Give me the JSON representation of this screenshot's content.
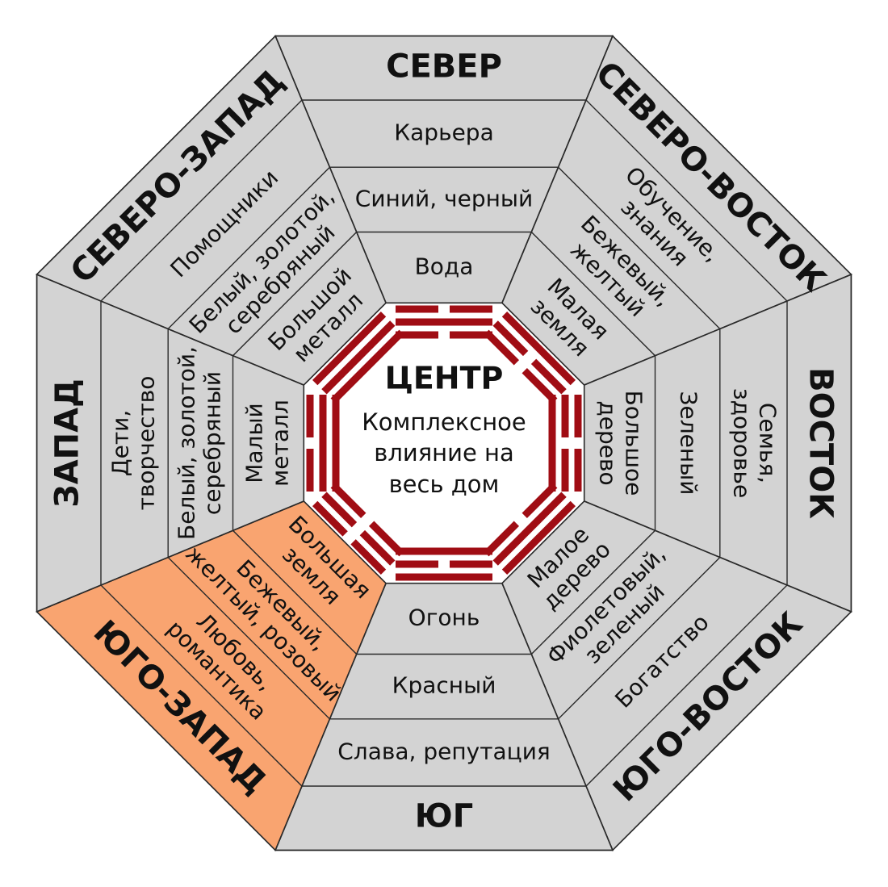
{
  "colors": {
    "segment_fill": "#d3d3d3",
    "highlight_fill": "#f9a470",
    "outline": "#2a2a2a",
    "center_fill": "#ffffff",
    "trigram_color": "#a00d14",
    "text": "#111111"
  },
  "center": {
    "title": "ЦЕНТР",
    "lines": [
      "Комплексное",
      "влияние на",
      "весь дом"
    ]
  },
  "sectors": [
    {
      "id": "north",
      "direction": "СЕВЕР",
      "highlighted": false,
      "aspect": [
        "Карьера"
      ],
      "colors_label": [
        "Синий, черный"
      ],
      "element": [
        "Вода"
      ],
      "trigram": [
        0,
        1,
        0
      ]
    },
    {
      "id": "northeast",
      "direction": "СЕВЕРО-ВОСТОК",
      "highlighted": false,
      "aspect": [
        "Обучение,",
        "знания"
      ],
      "colors_label": [
        "Бежевый,",
        "желтый"
      ],
      "element": [
        "Малая",
        "земля"
      ],
      "trigram": [
        1,
        0,
        0
      ]
    },
    {
      "id": "east",
      "direction": "ВОСТОК",
      "highlighted": false,
      "aspect": [
        "Семья,",
        "здоровье"
      ],
      "colors_label": [
        "Зеленый"
      ],
      "element": [
        "Большое",
        "дерево"
      ],
      "trigram": [
        0,
        0,
        1
      ]
    },
    {
      "id": "southeast",
      "direction": "ЮГО-ВОСТОК",
      "highlighted": false,
      "aspect": [
        "Богатство"
      ],
      "colors_label": [
        "Фиолетовый,",
        "зеленый"
      ],
      "element": [
        "Малое",
        "дерево"
      ],
      "trigram": [
        1,
        1,
        0
      ]
    },
    {
      "id": "south",
      "direction": "ЮГ",
      "highlighted": false,
      "aspect": [
        "Слава, репутация"
      ],
      "colors_label": [
        "Красный"
      ],
      "element": [
        "Огонь"
      ],
      "trigram": [
        1,
        0,
        1
      ]
    },
    {
      "id": "southwest",
      "direction": "ЮГО-ЗАПАД",
      "highlighted": true,
      "aspect": [
        "Любовь,",
        "романтика"
      ],
      "colors_label": [
        "Бежевый,",
        "желтый, розовый"
      ],
      "element": [
        "Большая",
        "земля"
      ],
      "trigram": [
        0,
        0,
        0
      ]
    },
    {
      "id": "west",
      "direction": "ЗАПАД",
      "highlighted": false,
      "aspect": [
        "Дети,",
        "творчество"
      ],
      "colors_label": [
        "Белый, золотой,",
        "серебряный"
      ],
      "element": [
        "Малый",
        "металл"
      ],
      "trigram": [
        0,
        1,
        1
      ]
    },
    {
      "id": "northwest",
      "direction": "СЕВЕРО-ЗАПАД",
      "highlighted": false,
      "aspect": [
        "Помощники"
      ],
      "colors_label": [
        "Белый, золотой,",
        "серебряный"
      ],
      "element": [
        "Большой",
        "металл"
      ],
      "trigram": [
        1,
        1,
        1
      ]
    }
  ]
}
